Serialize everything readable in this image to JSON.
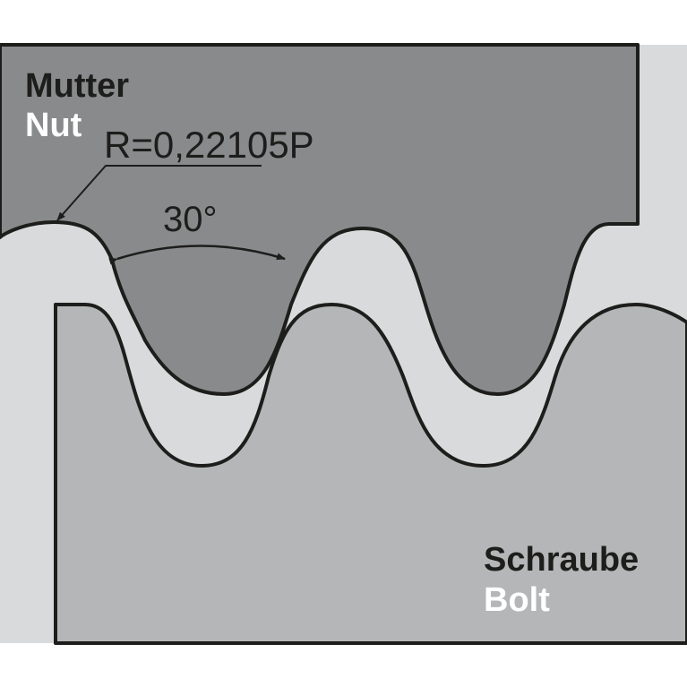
{
  "labels": {
    "nut_de": "Mutter",
    "nut_en": "Nut",
    "bolt_de": "Schraube",
    "bolt_en": "Bolt",
    "radius": "R=0,22105P",
    "angle": "30°"
  },
  "colors": {
    "background": "#ffffff",
    "nut_fill": "#898a8c",
    "clearance_fill": "#d9dadb",
    "bolt_fill": "#b5b6b8",
    "outline": "#1d1d1b",
    "text_dark": "#1d1d1b",
    "text_light": "#ffffff"
  }
}
